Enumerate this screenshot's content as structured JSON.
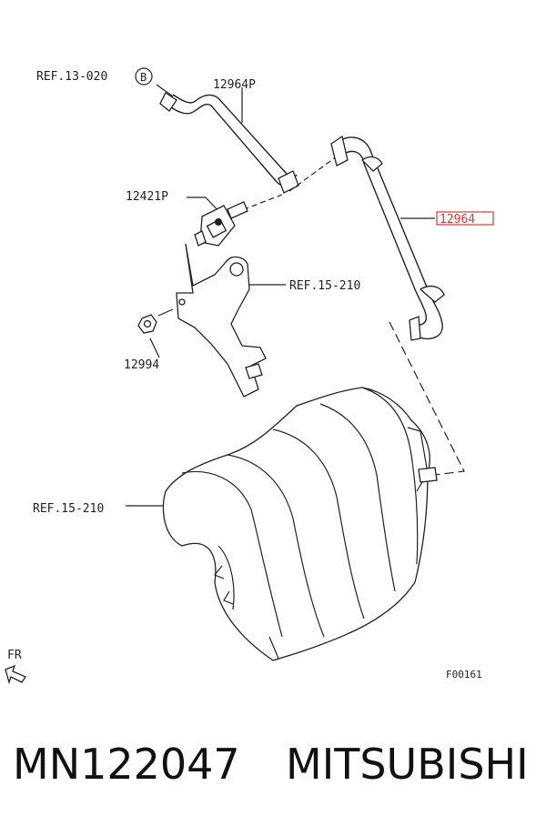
{
  "labels": {
    "ref_13": "REF.13-020",
    "circle_b": "B",
    "hose_p": "12964P",
    "hose": "12964",
    "valve": "12421P",
    "bracket_ref": "REF.15-210",
    "nut": "12994",
    "manifold_ref": "REF.15-210",
    "fr": "FR",
    "figure_code": "F00161"
  },
  "caption": {
    "part_number": "MN122047",
    "brand": "MITSUBISHI"
  },
  "colors": {
    "highlight": "#d43a3a"
  }
}
